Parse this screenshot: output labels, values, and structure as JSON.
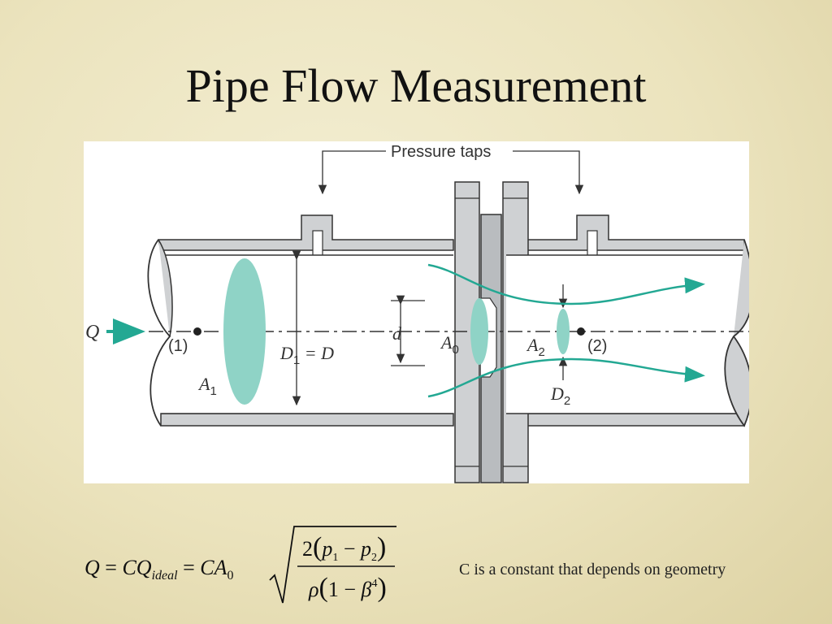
{
  "slide": {
    "title": "Pipe Flow Measurement"
  },
  "diagram": {
    "pressure_taps_label": "Pressure taps",
    "flow_label": "Q",
    "section1_label": "(1)",
    "section2_label": "(2)",
    "area1_main": "A",
    "area1_sub": "1",
    "area0_main": "A",
    "area0_sub": "0",
    "area2_main": "A",
    "area2_sub": "2",
    "diameter1_main": "D",
    "diameter1_sub": "1",
    "diameter1_rest": " = D",
    "orifice_diameter_label": "d",
    "diameter2_main": "D",
    "diameter2_sub": "2",
    "colors": {
      "pipe_wall": "#cfd1d3",
      "outline": "#333333",
      "flow_teal": "#23a893",
      "area_teal": "#8fd3c6"
    }
  },
  "formula": {
    "lhs": "Q",
    "eq1": " = ",
    "cq": "CQ",
    "ideal_sub": "ideal",
    "eq2": " = ",
    "ca": "CA",
    "ca_sub": "0",
    "num_two": "2",
    "num_p1": "p",
    "num_p1_sub": "1",
    "num_minus": " − ",
    "num_p2": "p",
    "num_p2_sub": "2",
    "den_rho": "ρ",
    "den_one": "1",
    "den_minus": " − ",
    "den_beta": "β",
    "den_beta_exp": "4"
  },
  "note": {
    "text": "C is a constant that depends on geometry"
  }
}
